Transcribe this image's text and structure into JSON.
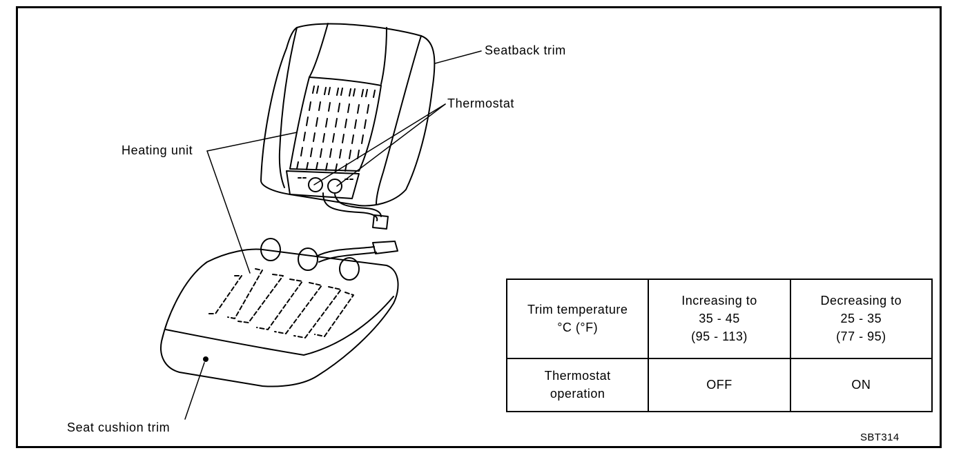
{
  "labels": {
    "seatback_trim": "Seatback trim",
    "thermostat": "Thermostat",
    "heating_unit": "Heating unit",
    "seat_cushion_trim": "Seat cushion trim"
  },
  "table": {
    "row1": {
      "header_line1": "Trim temperature",
      "header_line2": "°C (°F)",
      "increasing_line1": "Increasing to",
      "increasing_line2": "35 - 45",
      "increasing_line3": "(95 - 113)",
      "decreasing_line1": "Decreasing to",
      "decreasing_line2": "25 - 35",
      "decreasing_line3": "(77 - 95)"
    },
    "row2": {
      "header_line1": "Thermostat",
      "header_line2": "operation",
      "increasing_value": "OFF",
      "decreasing_value": "ON"
    }
  },
  "figure_code": "SBT314"
}
